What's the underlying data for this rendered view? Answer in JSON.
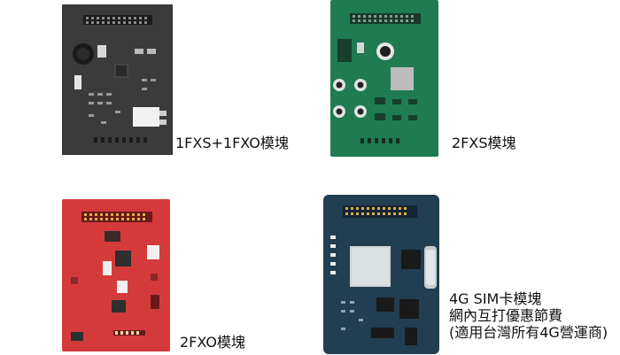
{
  "modules": [
    {
      "caption": "1FXS+1FXO模塊",
      "board_color": "#3a3a3a",
      "board_name": "1fxs-1fxo-board"
    },
    {
      "caption": "2FXS模塊",
      "board_color": "#1e7b52",
      "board_name": "2fxs-board"
    },
    {
      "caption": "2FXO模塊",
      "board_color": "#d53a3a",
      "board_name": "2fxo-board"
    },
    {
      "caption_lines": [
        "4G SIM卡模塊",
        "網內互打優惠節費",
        "(適用台灣所有4G營運商)"
      ],
      "board_color": "#223e52",
      "board_name": "4g-sim-board"
    }
  ]
}
